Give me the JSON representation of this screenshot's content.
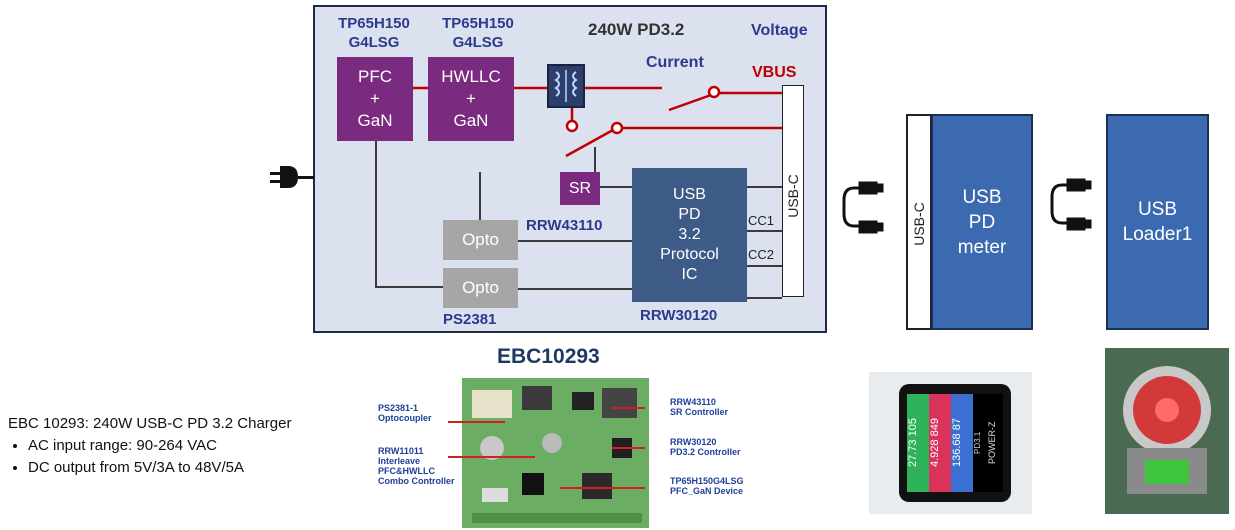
{
  "diagram": {
    "title": "240W PD3.2",
    "voltage_label": "Voltage",
    "current_label": "Current",
    "vbus_label": "VBUS",
    "pfc_part": "TP65H150\nG4LSG",
    "hwllc_part": "TP65H150\nG4LSG",
    "pfc_box": "PFC\n+\nGaN",
    "hwllc_box": "HWLLC\n+\nGaN",
    "sr_box": "SR",
    "sr_part": "RRW43110",
    "usb_ic_box": "USB\nPD\n3.2\nProtocol\nIC",
    "usb_ic_part": "RRW30120",
    "opto1": "Opto",
    "opto2": "Opto",
    "opto_part": "PS2381",
    "usbc_port": "USB-C",
    "cc1": "CC1",
    "cc2": "CC2",
    "meter_port": "USB-C",
    "meter_box": "USB\nPD\nmeter",
    "loader_box": "USB\nLoader1"
  },
  "board": {
    "title": "EBC10293",
    "left_annotations": [
      {
        "text": "PS2381-1\nOptocoupler"
      },
      {
        "text": "RRW11011\nInterleave\nPFC&HWLLC\nCombo Controller"
      }
    ],
    "right_annotations": [
      {
        "text": "RRW43110\nSR Controller"
      },
      {
        "text": "RRW30120\nPD3.2 Controller"
      },
      {
        "text": "TP65H150G4LSG\nPFC_GaN Device"
      }
    ]
  },
  "description": {
    "heading": "EBC 10293: 240W USB-C PD 3.2 Charger",
    "bullets": [
      "AC input range: 90-264 VAC",
      "DC output from 5V/3A to 48V/5A"
    ]
  },
  "meter_photo": {
    "readout_volts": "27.73 105",
    "readout_amps": "4.928 849",
    "readout_watts": "136.68 87",
    "brand": "POWER-Z",
    "mode": "PD3.1"
  },
  "colors": {
    "purple": "#7a2a7f",
    "navy": "#3e5a86",
    "blue_block": "#3c6ab0",
    "gray": "#a6a6a6",
    "diagram_bg": "#dbe1ee",
    "red": "#c00000"
  }
}
